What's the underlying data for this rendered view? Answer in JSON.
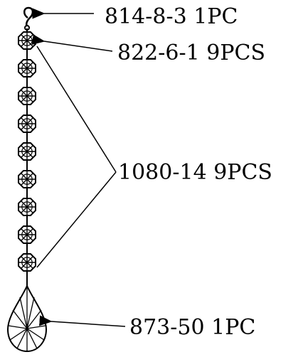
{
  "labels": {
    "hook": "814-8-3  1PC",
    "connector": "822-6-1  9PCS",
    "octagon_beads": "1080-14  9PCS",
    "pendant": "873-50  1PC"
  },
  "parts": {
    "octagon_bead_count": 9
  }
}
